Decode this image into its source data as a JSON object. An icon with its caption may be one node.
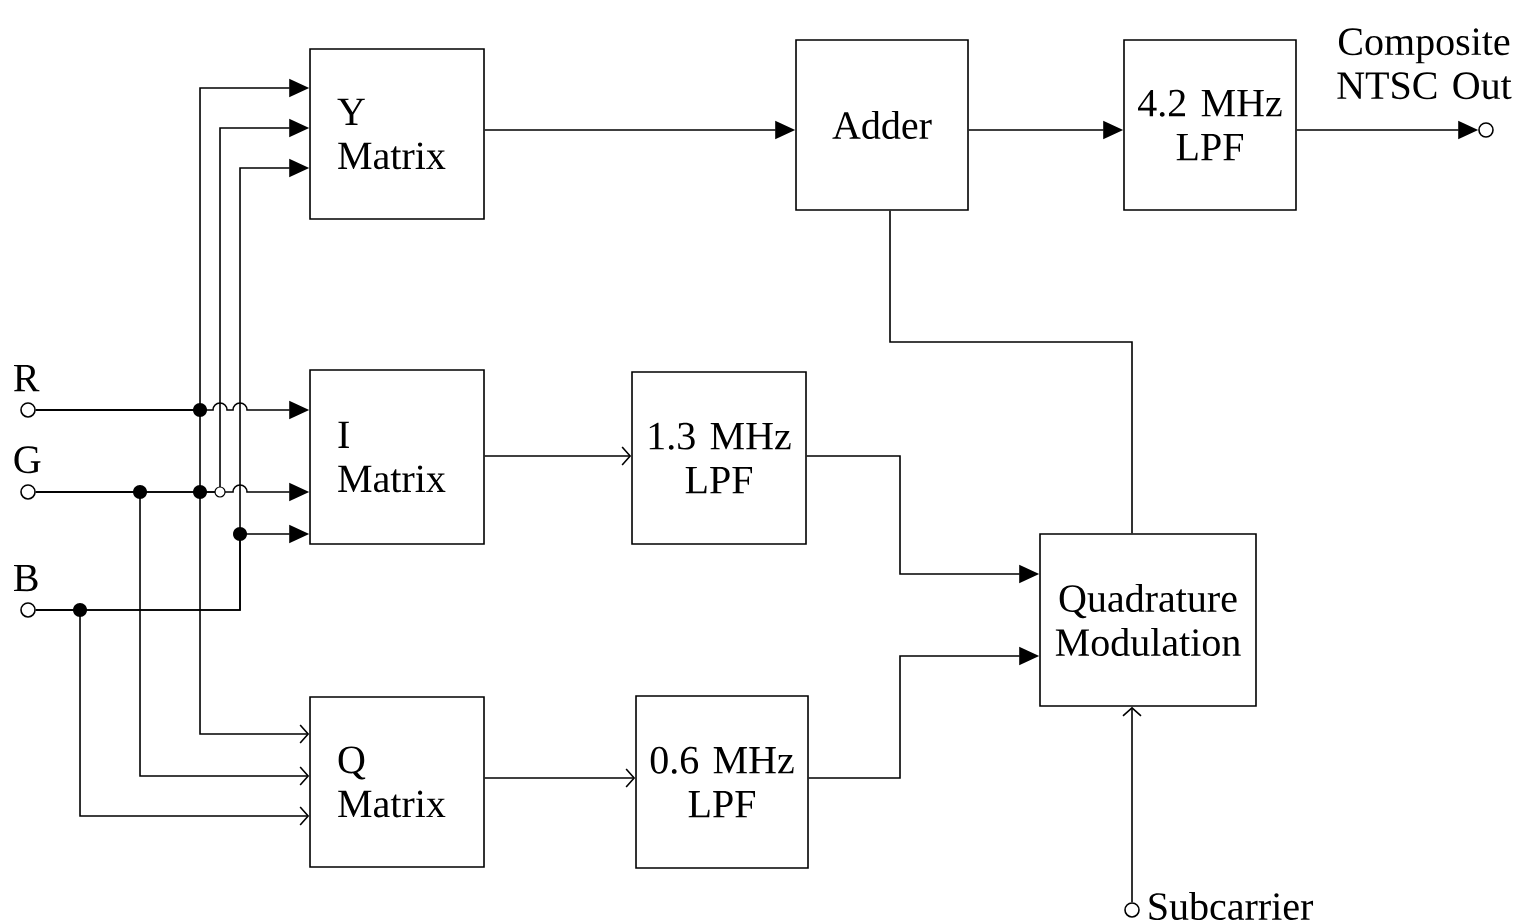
{
  "diagram": {
    "nodes": [
      {
        "text": [
          "R"
        ]
      },
      {
        "text": [
          "G"
        ]
      },
      {
        "text": [
          "B"
        ]
      },
      {
        "text": [
          "Y Matrix"
        ]
      },
      {
        "text": [
          "I Matrix"
        ]
      },
      {
        "text": [
          "Q Matrix"
        ]
      },
      {
        "text": [
          "Adder"
        ]
      },
      {
        "text": [
          "4.2 MHz LPF"
        ]
      },
      {
        "text": [
          "1.3 MHz LPF"
        ]
      },
      {
        "text": [
          "0.6 MHz LPF"
        ]
      },
      {
        "text": [
          "Quadrature Modulation"
        ]
      },
      {
        "text": [
          "Composite NTSC Out"
        ]
      },
      {
        "text": [
          "Subcarrier"
        ]
      }
    ],
    "edges": [
      {
        "from": 0,
        "to": 3,
        "arrow": "to"
      },
      {
        "from": 1,
        "to": 3,
        "arrow": "to"
      },
      {
        "from": 2,
        "to": 3,
        "arrow": "to"
      },
      {
        "from": 0,
        "to": 4,
        "arrow": "to"
      },
      {
        "from": 1,
        "to": 4,
        "arrow": "to"
      },
      {
        "from": 2,
        "to": 4,
        "arrow": "to"
      },
      {
        "from": 0,
        "to": 5,
        "arrow": "to"
      },
      {
        "from": 1,
        "to": 5,
        "arrow": "to"
      },
      {
        "from": 2,
        "to": 5,
        "arrow": "to"
      },
      {
        "from": 3,
        "to": 6,
        "arrow": "to"
      },
      {
        "from": 6,
        "to": 7,
        "arrow": "to"
      },
      {
        "from": 7,
        "to": 11,
        "arrow": "to"
      },
      {
        "from": 4,
        "to": 8,
        "arrow": "to"
      },
      {
        "from": 5,
        "to": 9,
        "arrow": "to"
      },
      {
        "from": 8,
        "to": 10,
        "arrow": "to"
      },
      {
        "from": 9,
        "to": 10,
        "arrow": "to"
      },
      {
        "from": 6,
        "to": 10,
        "arrow": "none"
      },
      {
        "from": 12,
        "to": 10,
        "arrow": "to"
      }
    ]
  }
}
